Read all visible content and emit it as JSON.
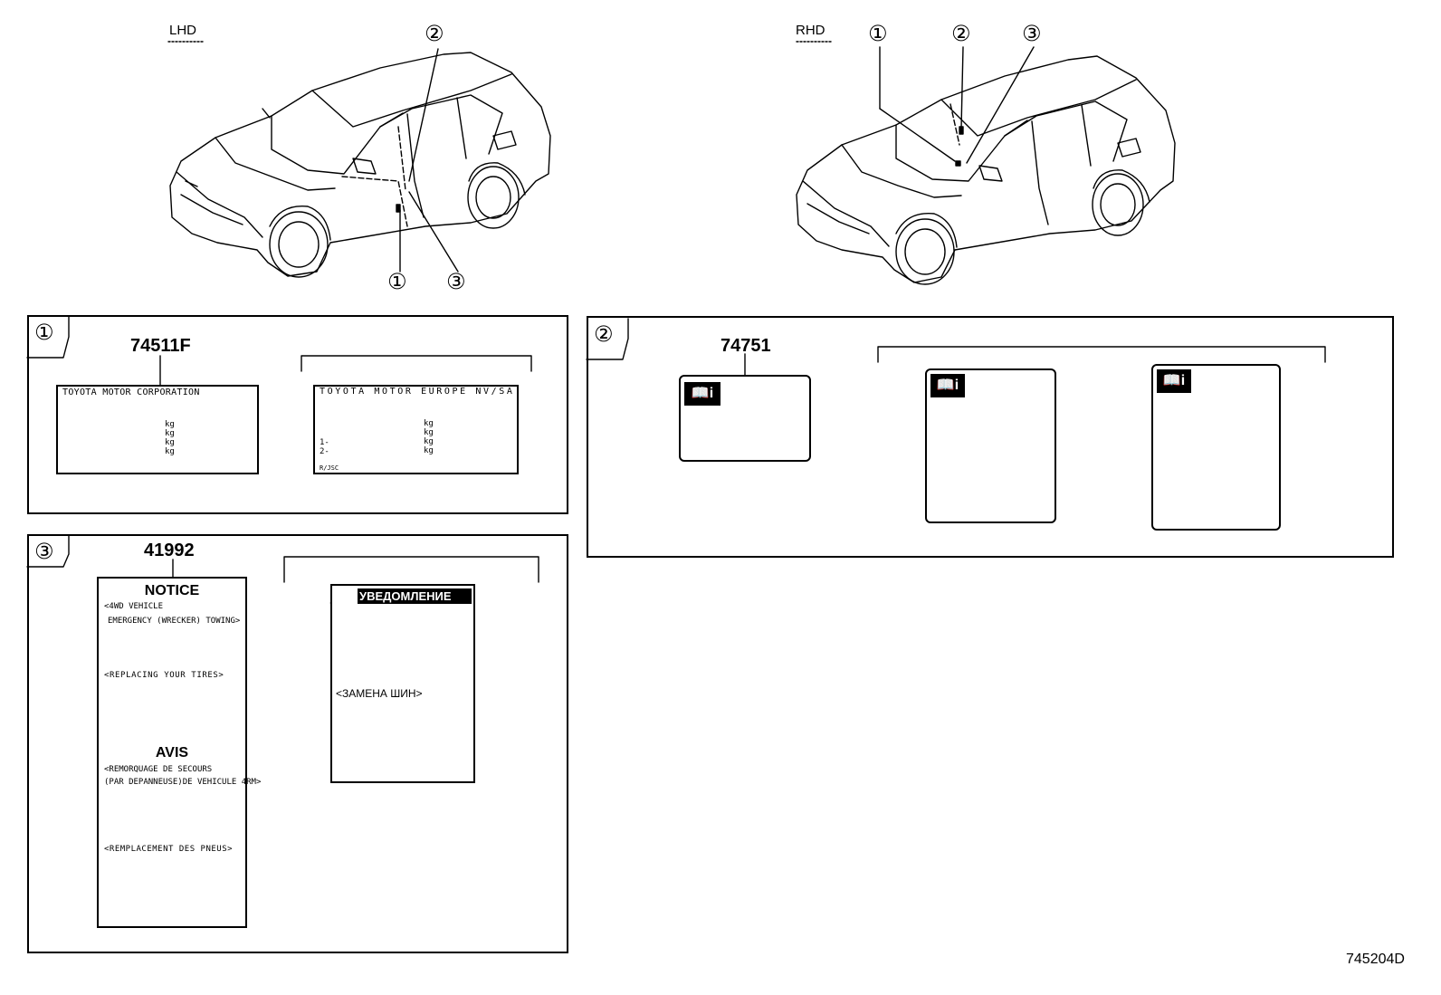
{
  "views": {
    "lhd": {
      "title": "LHD",
      "markers": [
        "②",
        "①",
        "③"
      ]
    },
    "rhd": {
      "title": "RHD",
      "markers": [
        "①",
        "②",
        "③"
      ]
    }
  },
  "panels": {
    "p1": {
      "marker": "①",
      "part_number": "74511F",
      "label_a": {
        "header": "TOYOTA MOTOR CORPORATION",
        "unit": "kg"
      },
      "label_b": {
        "header": "TOYOTA MOTOR EUROPE NV/SA",
        "unit": "kg",
        "axle_1": "1-",
        "axle_2": "2-",
        "footer": "R/JSC"
      }
    },
    "p2": {
      "marker": "②",
      "part_number": "74751"
    },
    "p3": {
      "marker": "③",
      "part_number": "41992",
      "notice": {
        "heading": "NOTICE",
        "line1": "<4WD VEHICLE",
        "line2": "EMERGENCY (WRECKER) TOWING>",
        "line3": "<REPLACING YOUR TIRES>",
        "heading2": "AVIS",
        "line4": "<REMORQUAGE DE SECOURS",
        "line5": "(PAR DEPANNEUSE)DE VEHICULE 4RM>",
        "line6": "<REMPLACEMENT DES PNEUS>"
      },
      "russian": {
        "heading": "УВЕДОМЛЕНИЕ",
        "subheading": "<ЗАМЕНА ШИН>"
      }
    }
  },
  "diagram_code": "745204D"
}
